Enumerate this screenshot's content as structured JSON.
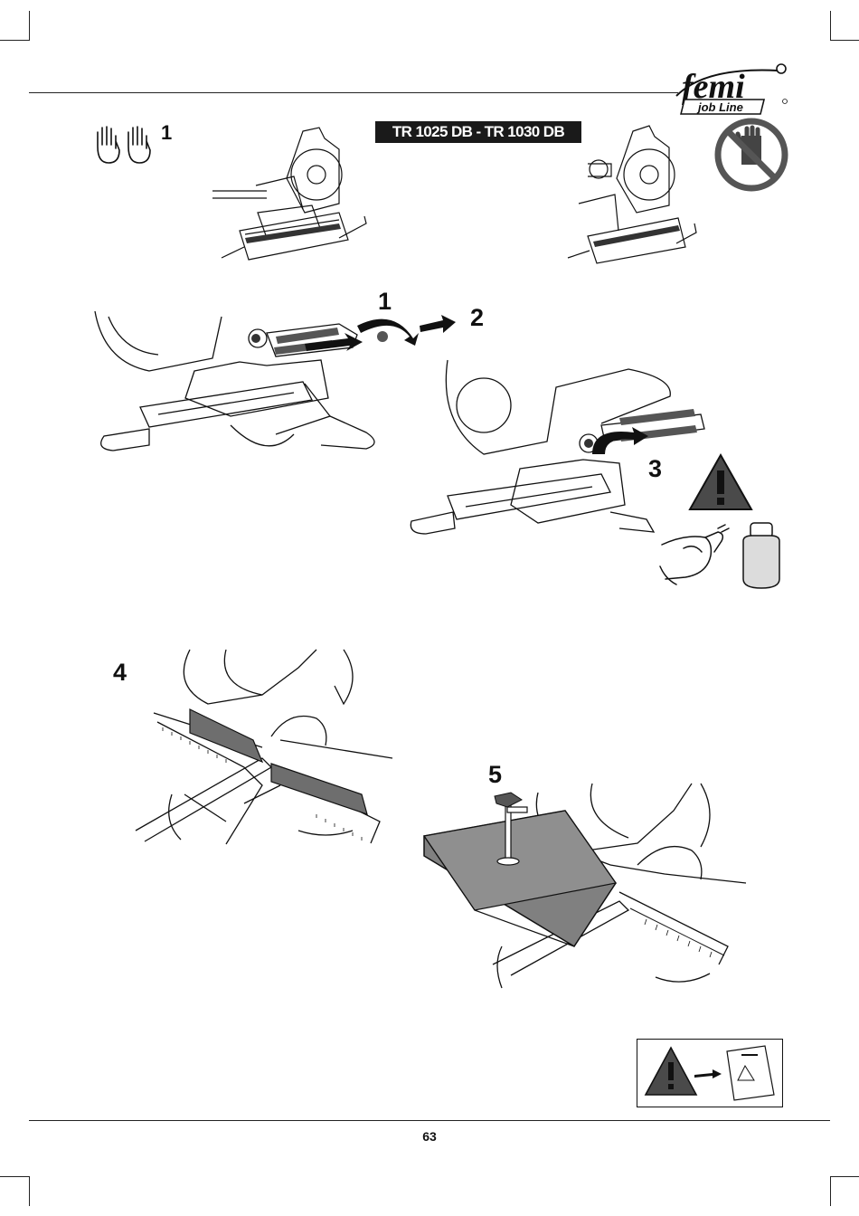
{
  "brand": {
    "name": "femi",
    "line": "job Line"
  },
  "model_label": "TR 1025 DB - TR 1030 DB",
  "steps": {
    "header": "1",
    "s1": "1",
    "s2": "2",
    "s3": "3",
    "s4": "4",
    "s5": "5"
  },
  "page_number": "63",
  "icons": {
    "two_hands": "two-hands-icon",
    "no_gloves": "no-gloves-icon",
    "warning": "warning-triangle-icon",
    "strength": "arm-strength-icon",
    "weight": "weight-icon",
    "manual": "read-manual-icon"
  },
  "colors": {
    "ink": "#1a1a1a",
    "icon_gray": "#4a4a4a",
    "wood": "#808080",
    "fence": "#6e6e6e"
  }
}
